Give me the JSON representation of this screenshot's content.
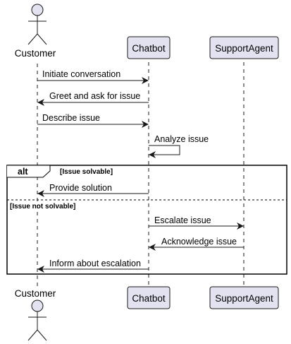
{
  "participants": {
    "customer": {
      "name": "Customer",
      "kind": "actor"
    },
    "chatbot": {
      "name": "Chatbot",
      "kind": "participant"
    },
    "agent": {
      "name": "SupportAgent",
      "kind": "participant"
    }
  },
  "messages": [
    {
      "text": "Initiate conversation"
    },
    {
      "text": "Greet and ask for issue"
    },
    {
      "text": "Describe issue"
    },
    {
      "text": "Analyze issue"
    },
    {
      "text": "Provide solution"
    },
    {
      "text": "Escalate issue"
    },
    {
      "text": "Acknowledge issue"
    },
    {
      "text": "Inform about escalation"
    }
  ],
  "fragment": {
    "operator": "alt",
    "guard1": "[Issue solvable]",
    "guard2": "[Issue not solvable]"
  },
  "colors": {
    "participant_fill": "#e2e2f0",
    "participant_border": "#181818",
    "line": "#181818",
    "lifeline": "#181818"
  }
}
